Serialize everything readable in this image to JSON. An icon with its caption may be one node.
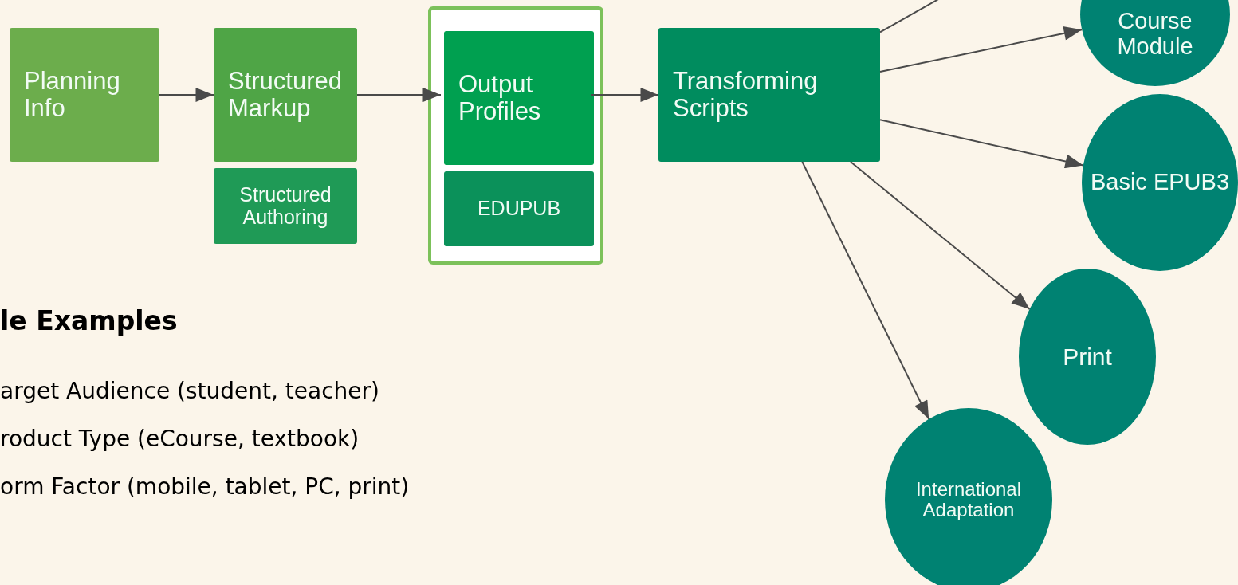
{
  "diagram": {
    "nodes": [
      {
        "text": [
          "Planning Info"
        ]
      },
      {
        "text": [
          "Structured Markup"
        ]
      },
      {
        "text": [
          "Structured Authoring"
        ]
      },
      {
        "text": [],
        "shape": "box"
      },
      {
        "text": [
          "Output Profiles"
        ],
        "in": 3
      },
      {
        "text": [
          "EDUPUB"
        ],
        "in": 3
      },
      {
        "text": [
          "Transforming Scripts"
        ]
      },
      {
        "text": [
          "Course Module"
        ]
      },
      {
        "text": [
          "Basic EPUB3"
        ]
      },
      {
        "text": [
          "Print"
        ]
      },
      {
        "text": [
          "International Adaptation"
        ]
      }
    ],
    "edges": [
      {
        "from": 0,
        "to": 1,
        "arrow": "to"
      },
      {
        "from": 1,
        "to": 4,
        "arrow": "to"
      },
      {
        "from": 4,
        "to": 6,
        "arrow": "to"
      },
      {
        "from": 6,
        "to": null,
        "arrow": "none"
      },
      {
        "from": 6,
        "to": 7,
        "arrow": "to"
      },
      {
        "from": 6,
        "to": 8,
        "arrow": "to"
      },
      {
        "from": 6,
        "to": 9,
        "arrow": "to"
      },
      {
        "from": 6,
        "to": 10,
        "arrow": "to"
      }
    ],
    "labels": [
      "le Examples",
      "arget Audience (student, teacher)",
      "roduct Type (eCourse, textbook)",
      "orm Factor (mobile, tablet, PC, print)"
    ]
  }
}
